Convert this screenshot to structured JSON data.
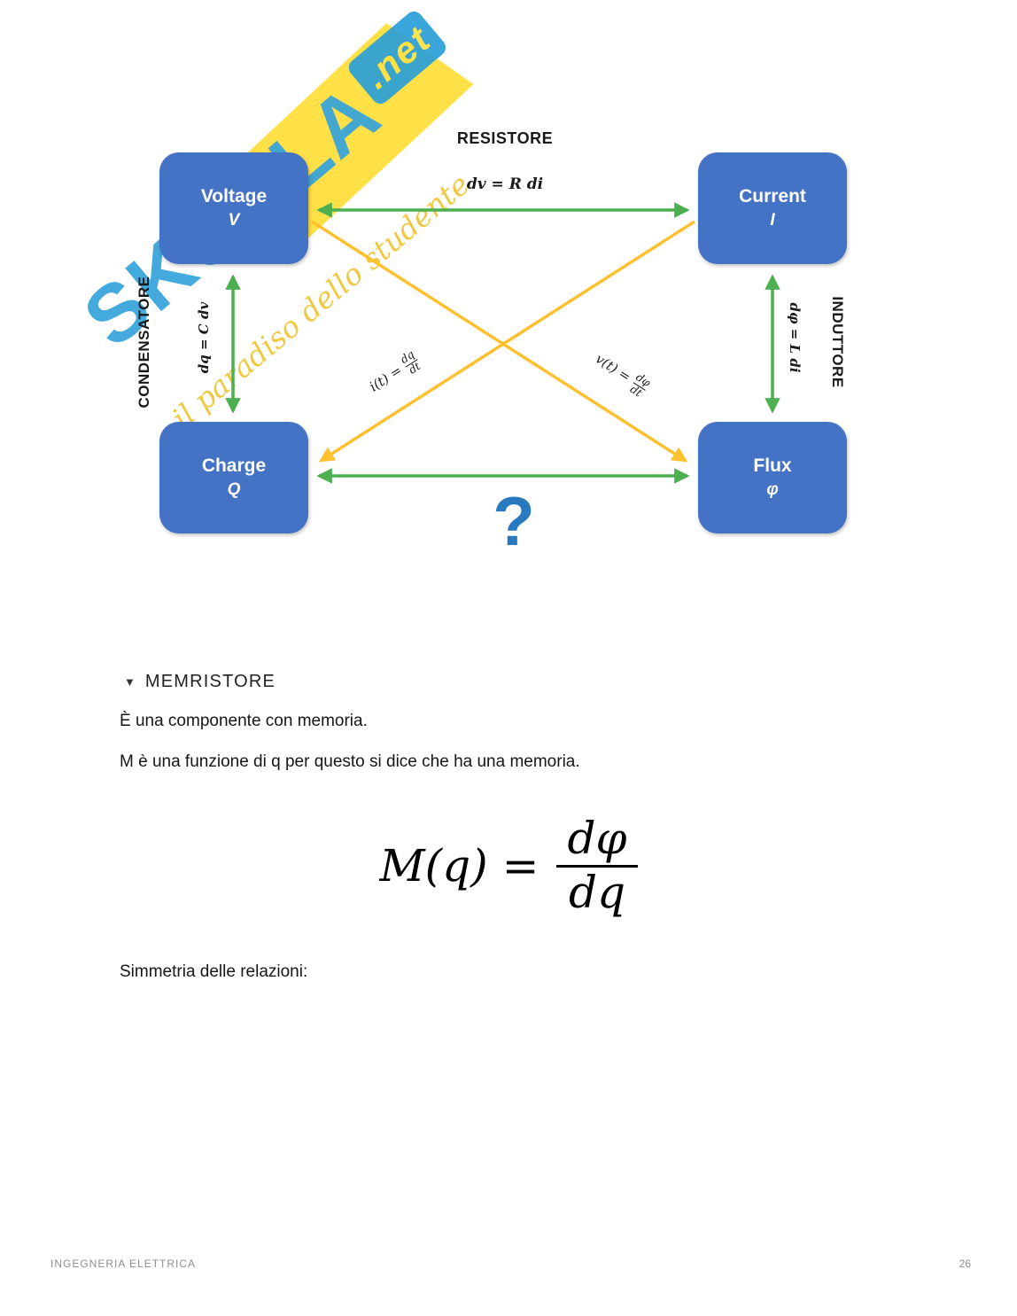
{
  "watermark": {
    "brand": "SKUOLA",
    "brand_suffix": ".net",
    "tagline": "il paradiso dello studente"
  },
  "diagram": {
    "nodes": {
      "voltage": {
        "label": "Voltage",
        "symbol": "V"
      },
      "current": {
        "label": "Current",
        "symbol": "I"
      },
      "charge": {
        "label": "Charge",
        "symbol": "Q"
      },
      "flux": {
        "label": "Flux",
        "symbol": "φ"
      }
    },
    "resistore": {
      "label": "RESISTORE",
      "formula": "dv = R di"
    },
    "condensatore": {
      "label": "CONDENSATORE",
      "formula": "dq = C  dv"
    },
    "induttore": {
      "label": "INDUTTORE",
      "formula": "dφ = L  di"
    },
    "derivative_current": {
      "prefix": "i(t) =",
      "num": "dq",
      "den": "dt"
    },
    "derivative_voltage": {
      "prefix": "v(t) =",
      "num": "dφ",
      "den": "dt"
    },
    "question_mark": "?",
    "colors": {
      "node_fill": "#4472C4",
      "green_arrow": "#4CAF50",
      "yellow_arrow": "#FFC02E",
      "question_blue": "#2979C1"
    }
  },
  "memristore": {
    "marker": "▼",
    "heading": "MEMRISTORE",
    "line1": "È una componente con memoria.",
    "line2": "M è una funzione di q per questo si dice che ha una memoria.",
    "formula": {
      "lhs": "M(q) =",
      "num": "dφ",
      "den": "dq"
    },
    "line3": "Simmetria delle relazioni:"
  },
  "footer": {
    "left": "INGEGNERIA ELETTRICA",
    "page": "26"
  }
}
